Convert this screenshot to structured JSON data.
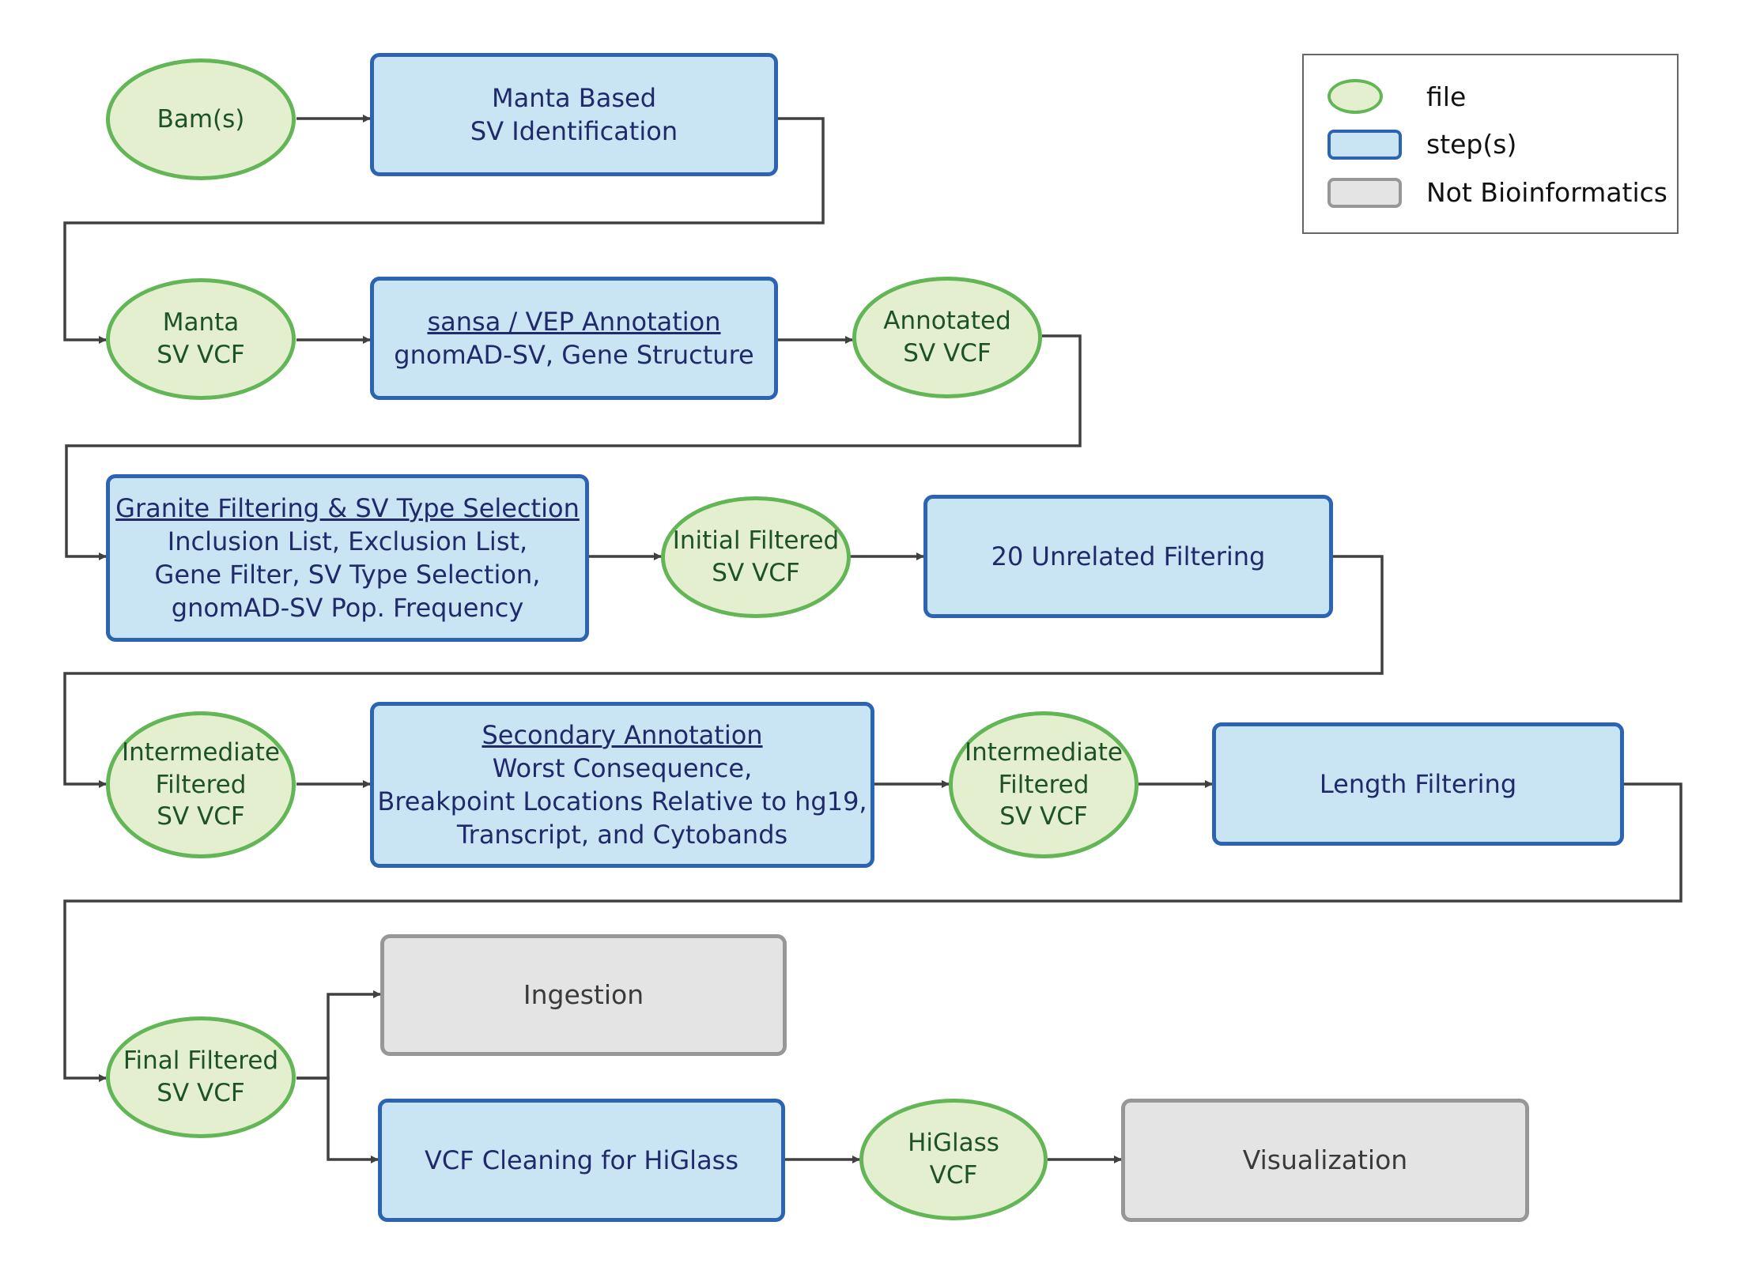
{
  "nodes": {
    "bams": {
      "lines": [
        "Bam(s)"
      ]
    },
    "manta_step": {
      "lines": [
        "Manta Based",
        "SV Identification"
      ]
    },
    "manta_vcf": {
      "lines": [
        "Manta",
        "SV VCF"
      ]
    },
    "annotation_step": {
      "title": "sansa / VEP Annotation",
      "lines": [
        "gnomAD-SV, Gene Structure"
      ]
    },
    "annotated_vcf": {
      "lines": [
        "Annotated",
        "SV VCF"
      ]
    },
    "granite_step": {
      "title": "Granite Filtering & SV Type Selection",
      "lines": [
        "Inclusion List, Exclusion List,",
        "Gene Filter, SV Type Selection,",
        "gnomAD-SV Pop. Frequency"
      ]
    },
    "initial_vcf": {
      "lines": [
        "Initial Filtered",
        "SV VCF"
      ]
    },
    "unrelated_step": {
      "lines": [
        "20 Unrelated Filtering"
      ]
    },
    "intermediate_vcf_1": {
      "lines": [
        "Intermediate",
        "Filtered",
        "SV VCF"
      ]
    },
    "secondary_step": {
      "title": "Secondary Annotation",
      "lines": [
        "Worst Consequence,",
        "Breakpoint Locations Relative to hg19,",
        "Transcript, and Cytobands"
      ]
    },
    "intermediate_vcf_2": {
      "lines": [
        "Intermediate",
        "Filtered",
        "SV VCF"
      ]
    },
    "length_step": {
      "lines": [
        "Length Filtering"
      ]
    },
    "final_vcf": {
      "lines": [
        "Final Filtered",
        "SV VCF"
      ]
    },
    "ingestion": {
      "lines": [
        "Ingestion"
      ]
    },
    "higlass_cleaning_step": {
      "lines": [
        "VCF Cleaning for HiGlass"
      ]
    },
    "higlass_vcf": {
      "lines": [
        "HiGlass",
        "VCF"
      ]
    },
    "visualization": {
      "lines": [
        "Visualization"
      ]
    }
  },
  "legend": {
    "file": "file",
    "step": "step(s)",
    "not_bioinformatics": "Not Bioinformatics"
  },
  "colors": {
    "file_fill": "#e4efd0",
    "file_border": "#63b656",
    "step_fill": "#c9e4f2",
    "step_border": "#2c64b3",
    "external_fill": "#e4e4e4",
    "external_border": "#979797",
    "connector": "#404040"
  }
}
